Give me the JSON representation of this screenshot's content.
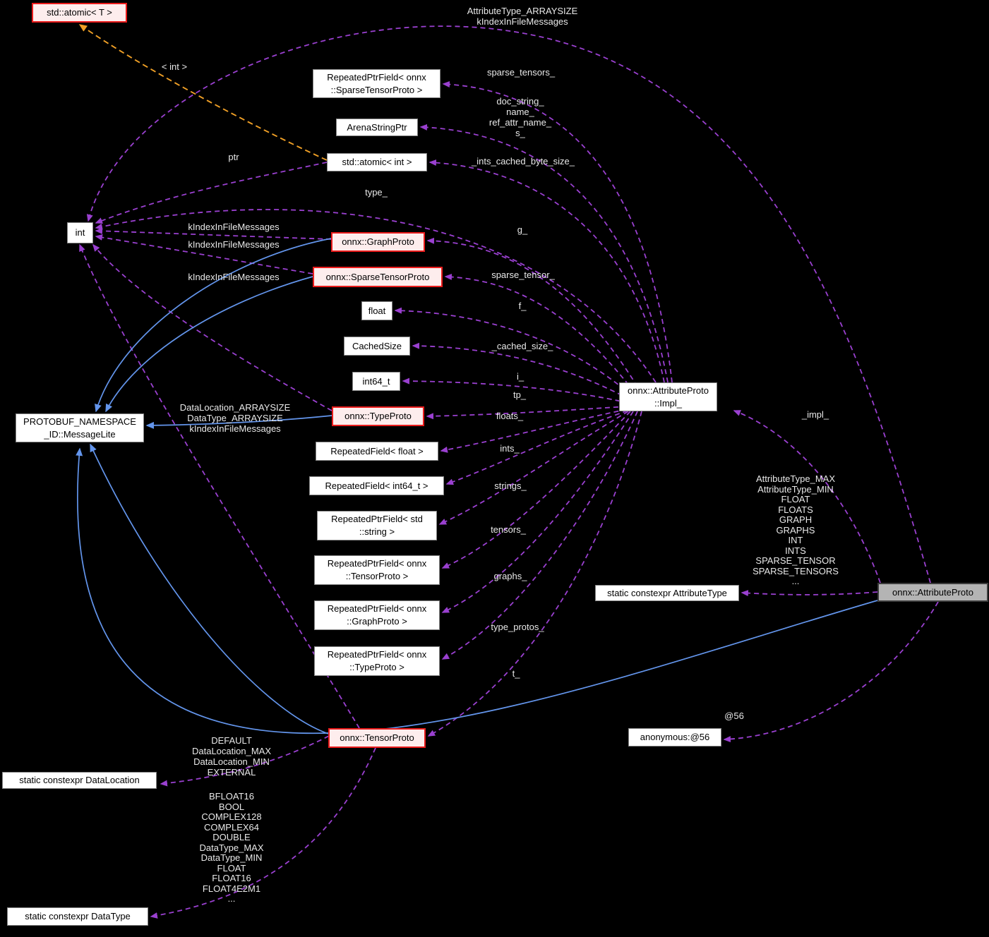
{
  "diagram": {
    "type": "class-collaboration-graph",
    "colors": {
      "background": "#000000",
      "usage_edge": "#9a40d0",
      "inheritance_edge": "#6395ec",
      "template_edge": "#f0a026",
      "edge_label_text": "#e9e9e9",
      "node_bg": "#ffffff",
      "node_border": "#848484",
      "highlight_node_bg": "#fdeded",
      "highlight_node_border": "#ea1c1c",
      "current_node_bg": "#b4b4b4"
    },
    "nodes": {
      "atomic_t": {
        "label": "std::atomic< T >"
      },
      "rpf_sparsetensor": {
        "label": "RepeatedPtrField< onnx\n::SparseTensorProto >"
      },
      "arenastringptr": {
        "label": "ArenaStringPtr"
      },
      "atomic_int": {
        "label": "std::atomic< int >"
      },
      "int": {
        "label": "int"
      },
      "graphproto": {
        "label": "onnx::GraphProto"
      },
      "sparsetensorproto": {
        "label": "onnx::SparseTensorProto"
      },
      "float": {
        "label": "float"
      },
      "cachedsize": {
        "label": "CachedSize"
      },
      "int64_t": {
        "label": "int64_t"
      },
      "typeproto": {
        "label": "onnx::TypeProto"
      },
      "rf_float": {
        "label": "RepeatedField< float >"
      },
      "rf_int64": {
        "label": "RepeatedField< int64_t >"
      },
      "rpf_string": {
        "label": "RepeatedPtrField< std\n::string >"
      },
      "rpf_tensor": {
        "label": "RepeatedPtrField< onnx\n::TensorProto >"
      },
      "rpf_graph": {
        "label": "RepeatedPtrField< onnx\n::GraphProto >"
      },
      "rpf_type": {
        "label": "RepeatedPtrField< onnx\n::TypeProto >"
      },
      "tensorproto": {
        "label": "onnx::TensorProto"
      },
      "messagelite": {
        "label": "PROTOBUF_NAMESPACE\n_ID::MessageLite"
      },
      "dataloc": {
        "label": "static constexpr DataLocation"
      },
      "datatype": {
        "label": "static constexpr DataType"
      },
      "impl": {
        "label": "onnx::AttributeProto\n::Impl_"
      },
      "attrtype": {
        "label": "static constexpr AttributeType"
      },
      "attributeproto": {
        "label": "onnx::AttributeProto"
      },
      "anon56": {
        "label": "anonymous:@56"
      }
    },
    "edge_labels": {
      "top_arc": {
        "text": "AttributeType_ARRAYSIZE\nkIndexInFileMessages"
      },
      "sparse_tensors": {
        "text": "sparse_tensors_"
      },
      "doc_string": {
        "text": "doc_string_\nname_\nref_attr_name_\ns_"
      },
      "ints_cached": {
        "text": "_ints_cached_byte_size_"
      },
      "int_template": {
        "text": "< int >"
      },
      "ptr": {
        "text": "ptr"
      },
      "type": {
        "text": "type_"
      },
      "kindex1": {
        "text": "kIndexInFileMessages"
      },
      "kindex2": {
        "text": "kIndexInFileMessages"
      },
      "kindex3": {
        "text": "kIndexInFileMessages"
      },
      "g": {
        "text": "g_"
      },
      "sparse_tensor": {
        "text": "sparse_tensor_"
      },
      "f": {
        "text": "f_"
      },
      "cached_size": {
        "text": "_cached_size_"
      },
      "i": {
        "text": "i_"
      },
      "tp": {
        "text": "tp_"
      },
      "floats": {
        "text": "floats_"
      },
      "ints": {
        "text": "ints_"
      },
      "strings": {
        "text": "strings_"
      },
      "tensors": {
        "text": "tensors_"
      },
      "graphs": {
        "text": "graphs_"
      },
      "type_protos": {
        "text": "type_protos_"
      },
      "t": {
        "text": "t_"
      },
      "impl": {
        "text": "_impl_"
      },
      "attrtype_list": {
        "text": "AttributeType_MAX\nAttributeType_MIN\nFLOAT\nFLOATS\nGRAPH\nGRAPHS\nINT\nINTS\nSPARSE_TENSOR\nSPARSE_TENSORS\n..."
      },
      "at56": {
        "text": "@56"
      },
      "dataloc_arr": {
        "text": "DataLocation_ARRAYSIZE\nDataType_ARRAYSIZE\nkIndexInFileMessages"
      },
      "default_block": {
        "text": "DEFAULT\nDataLocation_MAX\nDataLocation_MIN\nEXTERNAL"
      },
      "datatype_block": {
        "text": "BFLOAT16\nBOOL\nCOMPLEX128\nCOMPLEX64\nDOUBLE\nDataType_MAX\nDataType_MIN\nFLOAT\nFLOAT16\nFLOAT4E2M1\n..."
      }
    },
    "edges": [
      {
        "from": "onnx::AttributeProto::Impl_",
        "to": "RepeatedPtrField< onnx::SparseTensorProto >",
        "kind": "usage",
        "label": "sparse_tensors_"
      },
      {
        "from": "onnx::AttributeProto::Impl_",
        "to": "ArenaStringPtr",
        "kind": "usage",
        "label": "doc_string_ name_ ref_attr_name_ s_"
      },
      {
        "from": "onnx::AttributeProto::Impl_",
        "to": "std::atomic< int >",
        "kind": "usage",
        "label": "_ints_cached_byte_size_"
      },
      {
        "from": "onnx::AttributeProto::Impl_",
        "to": "int",
        "kind": "usage",
        "label": "type_"
      },
      {
        "from": "onnx::AttributeProto::Impl_",
        "to": "onnx::GraphProto",
        "kind": "usage",
        "label": "g_"
      },
      {
        "from": "onnx::AttributeProto::Impl_",
        "to": "onnx::SparseTensorProto",
        "kind": "usage",
        "label": "sparse_tensor_"
      },
      {
        "from": "onnx::AttributeProto::Impl_",
        "to": "float",
        "kind": "usage",
        "label": "f_"
      },
      {
        "from": "onnx::AttributeProto::Impl_",
        "to": "CachedSize",
        "kind": "usage",
        "label": "_cached_size_"
      },
      {
        "from": "onnx::AttributeProto::Impl_",
        "to": "int64_t",
        "kind": "usage",
        "label": "i_"
      },
      {
        "from": "onnx::AttributeProto::Impl_",
        "to": "onnx::TypeProto",
        "kind": "usage",
        "label": "tp_"
      },
      {
        "from": "onnx::AttributeProto::Impl_",
        "to": "RepeatedField< float >",
        "kind": "usage",
        "label": "floats_"
      },
      {
        "from": "onnx::AttributeProto::Impl_",
        "to": "RepeatedField< int64_t >",
        "kind": "usage",
        "label": "ints_"
      },
      {
        "from": "onnx::AttributeProto::Impl_",
        "to": "RepeatedPtrField< std::string >",
        "kind": "usage",
        "label": "strings_"
      },
      {
        "from": "onnx::AttributeProto::Impl_",
        "to": "RepeatedPtrField< onnx::TensorProto >",
        "kind": "usage",
        "label": "tensors_"
      },
      {
        "from": "onnx::AttributeProto::Impl_",
        "to": "RepeatedPtrField< onnx::GraphProto >",
        "kind": "usage",
        "label": "graphs_"
      },
      {
        "from": "onnx::AttributeProto::Impl_",
        "to": "RepeatedPtrField< onnx::TypeProto >",
        "kind": "usage",
        "label": "type_protos_"
      },
      {
        "from": "onnx::AttributeProto::Impl_",
        "to": "onnx::TensorProto",
        "kind": "usage",
        "label": "t_"
      },
      {
        "from": "onnx::AttributeProto",
        "to": "onnx::AttributeProto::Impl_",
        "kind": "usage",
        "label": "_impl_"
      },
      {
        "from": "onnx::AttributeProto",
        "to": "static constexpr AttributeType",
        "kind": "usage",
        "label": "AttributeType_MAX AttributeType_MIN FLOAT FLOATS GRAPH GRAPHS INT INTS SPARSE_TENSOR SPARSE_TENSORS ..."
      },
      {
        "from": "onnx::AttributeProto",
        "to": "anonymous:@56",
        "kind": "usage",
        "label": "@56"
      },
      {
        "from": "onnx::AttributeProto",
        "to": "int",
        "kind": "usage",
        "label": "AttributeType_ARRAYSIZE kIndexInFileMessages"
      },
      {
        "from": "std::atomic< int >",
        "to": "int",
        "kind": "usage",
        "label": "ptr"
      },
      {
        "from": "onnx::GraphProto",
        "to": "int",
        "kind": "usage",
        "label": "kIndexInFileMessages"
      },
      {
        "from": "onnx::SparseTensorProto",
        "to": "int",
        "kind": "usage",
        "label": "kIndexInFileMessages"
      },
      {
        "from": "onnx::TypeProto",
        "to": "int",
        "kind": "usage",
        "label": "kIndexInFileMessages"
      },
      {
        "from": "onnx::TensorProto",
        "to": "int",
        "kind": "usage",
        "label": "DataLocation_ARRAYSIZE DataType_ARRAYSIZE kIndexInFileMessages"
      },
      {
        "from": "onnx::TensorProto",
        "to": "static constexpr DataLocation",
        "kind": "usage",
        "label": "DEFAULT DataLocation_MAX DataLocation_MIN EXTERNAL"
      },
      {
        "from": "onnx::TensorProto",
        "to": "static constexpr DataType",
        "kind": "usage",
        "label": "BFLOAT16 BOOL COMPLEX128 COMPLEX64 DOUBLE DataType_MAX DataType_MIN FLOAT FLOAT16 FLOAT4E2M1 ..."
      },
      {
        "from": "std::atomic< int >",
        "to": "std::atomic< T >",
        "kind": "template-instance",
        "label": "< int >"
      },
      {
        "from": "onnx::GraphProto",
        "to": "PROTOBUF_NAMESPACE_ID::MessageLite",
        "kind": "inheritance",
        "label": ""
      },
      {
        "from": "onnx::SparseTensorProto",
        "to": "PROTOBUF_NAMESPACE_ID::MessageLite",
        "kind": "inheritance",
        "label": ""
      },
      {
        "from": "onnx::TypeProto",
        "to": "PROTOBUF_NAMESPACE_ID::MessageLite",
        "kind": "inheritance",
        "label": ""
      },
      {
        "from": "onnx::TensorProto",
        "to": "PROTOBUF_NAMESPACE_ID::MessageLite",
        "kind": "inheritance",
        "label": ""
      },
      {
        "from": "onnx::AttributeProto",
        "to": "PROTOBUF_NAMESPACE_ID::MessageLite",
        "kind": "inheritance",
        "label": ""
      }
    ]
  }
}
